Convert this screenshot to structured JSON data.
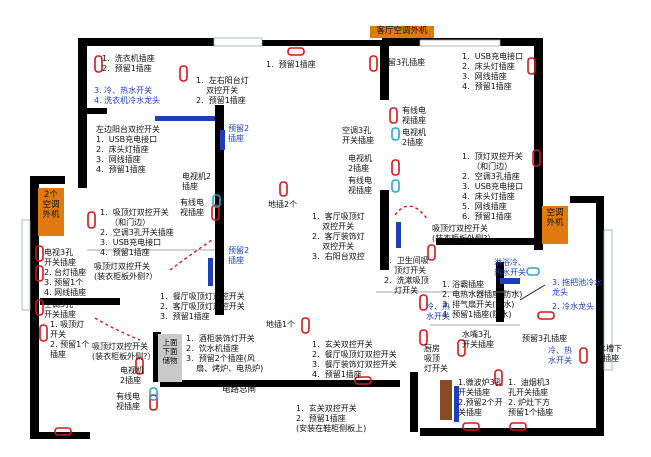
{
  "colors": {
    "wall": "#000000",
    "socket_outline": "#d01818",
    "blue_annotation": "#1f3fb8",
    "orange_label": "#e07a10",
    "cyan_socket": "#2aa6c8",
    "wood": "#8b4a1f"
  },
  "labels": {
    "ac_external_top": "客厅空调外机",
    "ac_external_left": "2个\n空调\n外机",
    "ac_external_right": "空调\n外机",
    "storage": "上面\n下面\n储物",
    "electric_box": "电路总闸"
  },
  "notes": [
    {
      "id": "laundry",
      "lines": [
        "1.  洗衣机插座",
        "2.  预留1插座"
      ]
    },
    {
      "id": "laundry-water",
      "lines": [
        "3. 冷、热水开关",
        "4. 洗衣机冷水龙头"
      ],
      "blue": true
    },
    {
      "id": "left-balcony",
      "lines": [
        "1.  左右阳台灯",
        "    双控开关",
        "2.  预留1插座"
      ]
    },
    {
      "id": "reserve-top",
      "lines": [
        "1.  预留1插座"
      ]
    },
    {
      "id": "reserve3",
      "lines": [
        "预留3孔插座"
      ]
    },
    {
      "id": "top-right-bed",
      "lines": [
        "1.  USB充电接口",
        "2.  床头灯插座",
        "3.  网线插座",
        "4.  预留1插座"
      ]
    },
    {
      "id": "left-bed",
      "lines": [
        "左边阳台双控开关",
        "1.  USB充电接口",
        "2.  床头灯插座",
        "3.  网线插座",
        "4.  预留1插座"
      ]
    },
    {
      "id": "reserve2-top",
      "lines": [
        "预留2",
        "插座"
      ],
      "blue": true
    },
    {
      "id": "tv-power",
      "lines": [
        "电视机2",
        "插座"
      ]
    },
    {
      "id": "tv-net-right",
      "lines": [
        "有线电",
        "视插座"
      ]
    },
    {
      "id": "ac-3hole",
      "lines": [
        "空调3孔",
        "开关插座"
      ]
    },
    {
      "id": "tv-power-r",
      "lines": [
        "电视机",
        "2插座"
      ]
    },
    {
      "id": "tv-net-r",
      "lines": [
        "有线电",
        "视插座"
      ]
    },
    {
      "id": "right-bed",
      "lines": [
        "1.  顶灯双控开关",
        "    （和门边）",
        "2.  空调3孔插座",
        "3.  USB充电接口",
        "4.  床头灯插座",
        "5.  网线插座",
        "6.  预留1插座"
      ]
    },
    {
      "id": "cable-tv-mid",
      "lines": [
        "有线电",
        "视插座"
      ]
    },
    {
      "id": "tv-mid",
      "lines": [
        "电视机",
        "2插座"
      ]
    },
    {
      "id": "floor",
      "lines": [
        "地插2个"
      ]
    },
    {
      "id": "living-lights",
      "lines": [
        "1.  客厅吸顶灯",
        "    双控开关",
        "2.  客厅装饰灯",
        "    双控开关",
        "3.  右阳台双控"
      ]
    },
    {
      "id": "left-room",
      "lines": [
        "1.  吸顶灯双控开关",
        "    （和门边）",
        "2.  空调3孔开关插座",
        "3.  USB充电接口",
        "4.  预留1插座"
      ]
    },
    {
      "id": "reserve2-mid",
      "lines": [
        "预留2",
        "插座"
      ],
      "blue": true
    },
    {
      "id": "ceiling-wardrobe",
      "lines": [
        "吸顶灯双控开关",
        "(装衣柜板外侧?）"
      ]
    },
    {
      "id": "bathroom-right",
      "lines": [
        "1.  卫生间吸",
        "    顶灯开关",
        "2.  洗漱吸顶",
        "    灯开关"
      ]
    },
    {
      "id": "shower",
      "lines": [
        "淋浴冷、",
        "热水开关"
      ],
      "blue": true
    },
    {
      "id": "mop",
      "lines": [
        "3. 拖把池冷水",
        "龙头"
      ],
      "blue": true
    },
    {
      "id": "faucet",
      "lines": [
        "2. 冷水龙头"
      ],
      "blue": true
    },
    {
      "id": "left-sockets",
      "lines": [
        "电视3孔",
        "开关插座",
        "2. 台灯插座",
        "3. 预留1个",
        "4. 网线插座"
      ]
    },
    {
      "id": "ac3-left",
      "lines": [
        "空调3孔",
        "开关插座"
      ]
    },
    {
      "id": "reserve1-left",
      "lines": [
        "1. 吸顶灯",
        "开关",
        "2. 预留1个",
        "插座"
      ]
    },
    {
      "id": "wardrobe-left",
      "lines": [
        "吸顶灯双控开关",
        "(装衣柜板外侧?）"
      ]
    },
    {
      "id": "ceiling-wardrobe-mid",
      "lines": [
        "吸顶灯双控开关",
        "(装衣柜板外侧?）"
      ]
    },
    {
      "id": "dining",
      "lines": [
        "1.  餐厅吸顶灯双控开关",
        "2.  客厅吸顶灯双控开关",
        "3.  预留1插座"
      ]
    },
    {
      "id": "floor1",
      "lines": [
        "地插1个"
      ]
    },
    {
      "id": "bathroom-wash",
      "lines": [
        "1. 浴霸插座",
        "2. 电热水器插座(防水)",
        "3. 排气扇开关(防水)",
        "4. 预留1插座(防水)"
      ]
    },
    {
      "id": "cold-hot",
      "lines": [
        "冷、热",
        "水开关"
      ],
      "blue": true
    },
    {
      "id": "dining-left",
      "lines": [
        "1.  酒柜装饰灯开关",
        "2.  饮水机插座",
        "3.  预留2个插座(风",
        "    扇、烤炉、电热炉)"
      ]
    },
    {
      "id": "tv-left-bot",
      "lines": [
        "电视机",
        "2插座"
      ]
    },
    {
      "id": "cable-left-bot",
      "lines": [
        "有线电",
        "视插座"
      ]
    },
    {
      "id": "entrance",
      "lines": [
        "1.  玄关双控开关",
        "2.  餐厅吸顶灯双控开关",
        "3.  餐厅装饰灯双控开关",
        "4.  预留1插座"
      ]
    },
    {
      "id": "kitchen-lamp",
      "lines": [
        "厨房",
        "吸顶",
        "灯开关"
      ]
    },
    {
      "id": "water-heater",
      "lines": [
        "水嘴3孔",
        "开关插座"
      ]
    },
    {
      "id": "reserve3-hole",
      "lines": [
        "预留3孔插座"
      ]
    },
    {
      "id": "cold-hot2",
      "lines": [
        "冷、热",
        "水开关"
      ],
      "blue": true
    },
    {
      "id": "sink",
      "lines": [
        "水槽下",
        "1插座"
      ]
    },
    {
      "id": "microwave",
      "lines": [
        "1.微波炉3孔",
        "开关插座",
        "2.预留2个开",
        "关插座"
      ]
    },
    {
      "id": "hood",
      "lines": [
        "1.  油烟机3",
        "孔开关插座",
        "2. 炉灶下方",
        "预留1个插座"
      ]
    },
    {
      "id": "entrance-door",
      "lines": [
        "1.  玄关双控开关",
        "2.  预留1插座",
        "(安装在鞋柜侧板上)"
      ]
    }
  ]
}
